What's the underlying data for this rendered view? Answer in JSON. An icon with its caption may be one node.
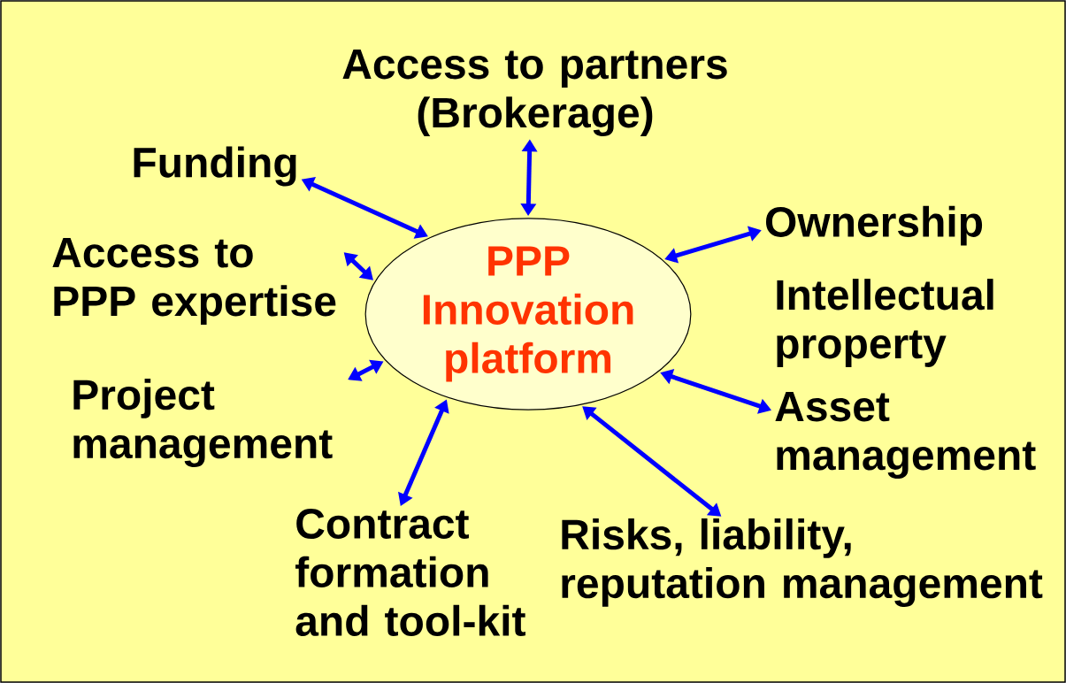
{
  "diagram": {
    "nodes": [
      {
        "text": [
          "PPP Innovation platform"
        ]
      },
      {
        "text": [
          "Access to partners (Brokerage)"
        ]
      },
      {
        "text": [
          "Funding"
        ]
      },
      {
        "text": [
          "Ownership"
        ]
      },
      {
        "text": [
          "Access to PPP expertise"
        ]
      },
      {
        "text": [
          "Project management"
        ]
      },
      {
        "text": [
          "Asset management"
        ]
      },
      {
        "text": [
          "Contract formation and tool-kit"
        ]
      },
      {
        "text": [
          "Risks, liability, reputation management"
        ]
      }
    ],
    "edges": [
      {
        "from": 0,
        "to": 1,
        "arrow": "both"
      },
      {
        "from": 0,
        "to": 2,
        "arrow": "both"
      },
      {
        "from": 0,
        "to": 3,
        "arrow": "both"
      },
      {
        "from": 0,
        "to": 4,
        "arrow": "both"
      },
      {
        "from": 0,
        "to": 5,
        "arrow": "both"
      },
      {
        "from": 0,
        "to": 6,
        "arrow": "both"
      },
      {
        "from": 0,
        "to": 7,
        "arrow": "both"
      },
      {
        "from": 0,
        "to": 8,
        "arrow": "both"
      }
    ],
    "labels": [
      "Intellectual property"
    ]
  }
}
